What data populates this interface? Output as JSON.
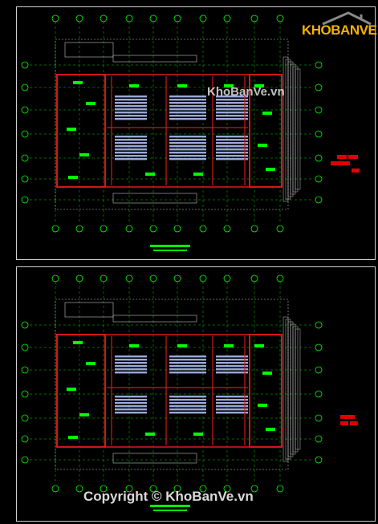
{
  "watermark": {
    "site_name": "KhoBanVe.vn",
    "copyright": "Copyright © KhoBanVe.vn"
  },
  "logo": {
    "text": "KHOBANVE",
    "brand_color": "#f4b400",
    "icon": "house-roof-icon"
  },
  "colors": {
    "background": "#000000",
    "frame": "#cfcfcf",
    "grid_lines": "#00ff00",
    "walls": "#d01818",
    "seats": "#9aa8d8",
    "dim_lines": "#bfbfbf"
  },
  "drawings": [
    {
      "id": "floor-plan-1",
      "description_icon": "cad-floor-plan-icon"
    },
    {
      "id": "floor-plan-2",
      "description_icon": "cad-floor-plan-icon"
    }
  ]
}
